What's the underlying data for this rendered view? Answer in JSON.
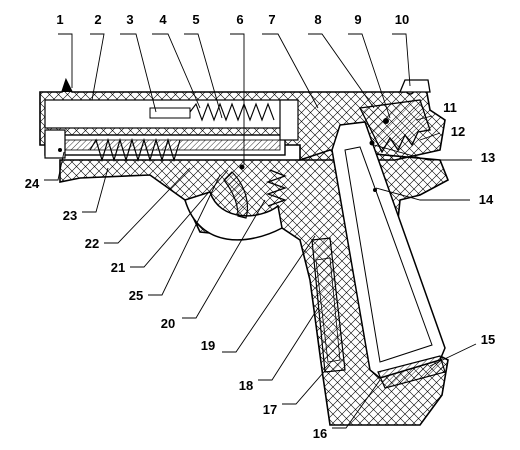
{
  "diagram": {
    "style": {
      "line_color": "#000000",
      "hatch_color": "#000000",
      "background": "#ffffff",
      "fill_color": "#ffffff"
    },
    "callouts": [
      "1",
      "2",
      "3",
      "4",
      "5",
      "6",
      "7",
      "8",
      "9",
      "10",
      "11",
      "12",
      "13",
      "14",
      "15",
      "16",
      "17",
      "18",
      "19",
      "20",
      "21",
      "22",
      "23",
      "24",
      "25"
    ]
  }
}
